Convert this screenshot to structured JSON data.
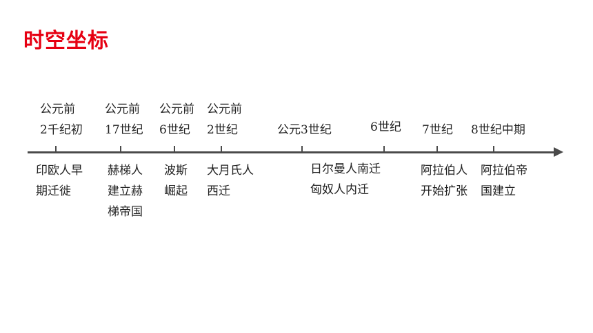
{
  "title": "时空坐标",
  "timeline": [
    {
      "date": [
        "公元前",
        "2千纪初"
      ],
      "event": [
        "印欧人早",
        "期迁徙"
      ]
    },
    {
      "date": [
        "公元前",
        "17世纪"
      ],
      "event": [
        "赫梯人",
        "建立赫",
        "梯帝国"
      ]
    },
    {
      "date": [
        "公元前",
        "6世纪"
      ],
      "event": [
        "波斯",
        "崛起"
      ]
    },
    {
      "date": [
        "公元前",
        "2世纪"
      ],
      "event": [
        "大月氏人",
        "西迁"
      ]
    },
    {
      "date": [
        "公元3世纪"
      ],
      "event": [
        "日尔曼人南迁",
        "匈奴人内迁"
      ]
    },
    {
      "date": [
        "6世纪"
      ],
      "event": []
    },
    {
      "date": [
        "7世纪"
      ],
      "event": [
        "阿拉伯人",
        "开始扩张"
      ]
    },
    {
      "date": [
        "8世纪中期"
      ],
      "event": [
        "阿拉伯帝",
        "国建立"
      ]
    }
  ]
}
